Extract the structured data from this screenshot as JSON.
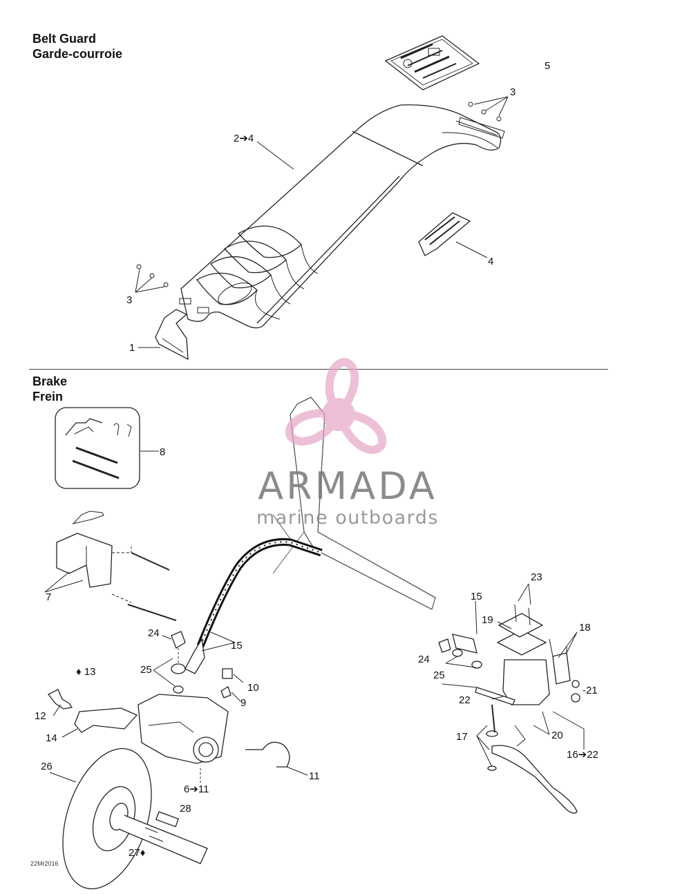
{
  "sections": {
    "belt_guard": {
      "title_en": "Belt Guard",
      "title_fr": "Garde-courroie"
    },
    "brake": {
      "title_en": "Brake",
      "title_fr": "Frein"
    }
  },
  "callouts": {
    "c5": "5",
    "c3a": "3",
    "c2_4": "2➔4",
    "c4": "4",
    "c3b": "3",
    "c1": "1",
    "c8": "8",
    "c7": "7",
    "c23": "23",
    "c15a": "15",
    "c19": "19",
    "c18": "18",
    "c24a": "24",
    "c15b": "15",
    "c24b": "24",
    "c25a": "25",
    "c25b": "25",
    "c21": "-21",
    "c13": "13",
    "c10": "10",
    "c22": "22",
    "c9": "9",
    "c12": "12",
    "c20": "20",
    "c17": "17",
    "c14": "14",
    "c16_22": "16➔22",
    "c26": "26",
    "c11": "11",
    "c6_11": "6➔11",
    "c28": "28",
    "c27": "27"
  },
  "footer": {
    "date_code": "22Mr2016"
  },
  "watermark": {
    "brand": "ARMADA",
    "tagline": "marine outboards",
    "icon": "propeller-logo-icon",
    "color": "#e8a6c8"
  }
}
